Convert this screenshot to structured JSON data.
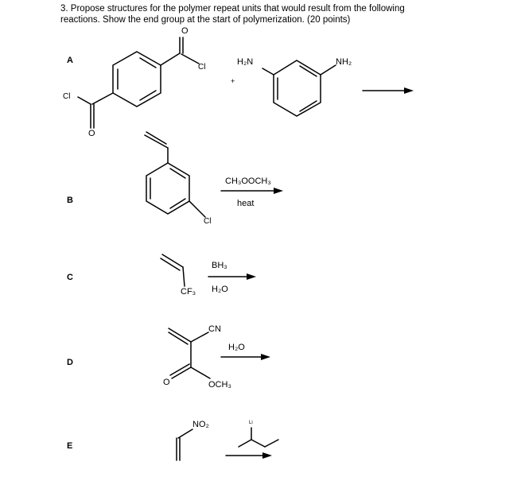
{
  "question": {
    "number": "3.",
    "line1": "Propose structures for the polymer repeat units that would result from the following",
    "line2": "reactions. Show the end group at the start of polymerization. (20 points)"
  },
  "reactions": {
    "A": {
      "label": "A",
      "cl_right": "Cl",
      "cl_left": "Cl",
      "o_top": "O",
      "o_bottom": "O",
      "nh2_left": "H₂N",
      "nh2_right": "NH₂",
      "plus": "+"
    },
    "B": {
      "label": "B",
      "reagent": "CH₃OOCH₃",
      "condition": "heat",
      "cl": "Cl"
    },
    "C": {
      "label": "C",
      "reagent1": "BH₃",
      "reagent2": "H₂O",
      "substituent": "CF₃"
    },
    "D": {
      "label": "D",
      "cn": "CN",
      "reagent": "H₂O",
      "o": "O",
      "och3": "OCH₃"
    },
    "E": {
      "label": "E",
      "no2": "NO₂",
      "li": "Li"
    }
  }
}
